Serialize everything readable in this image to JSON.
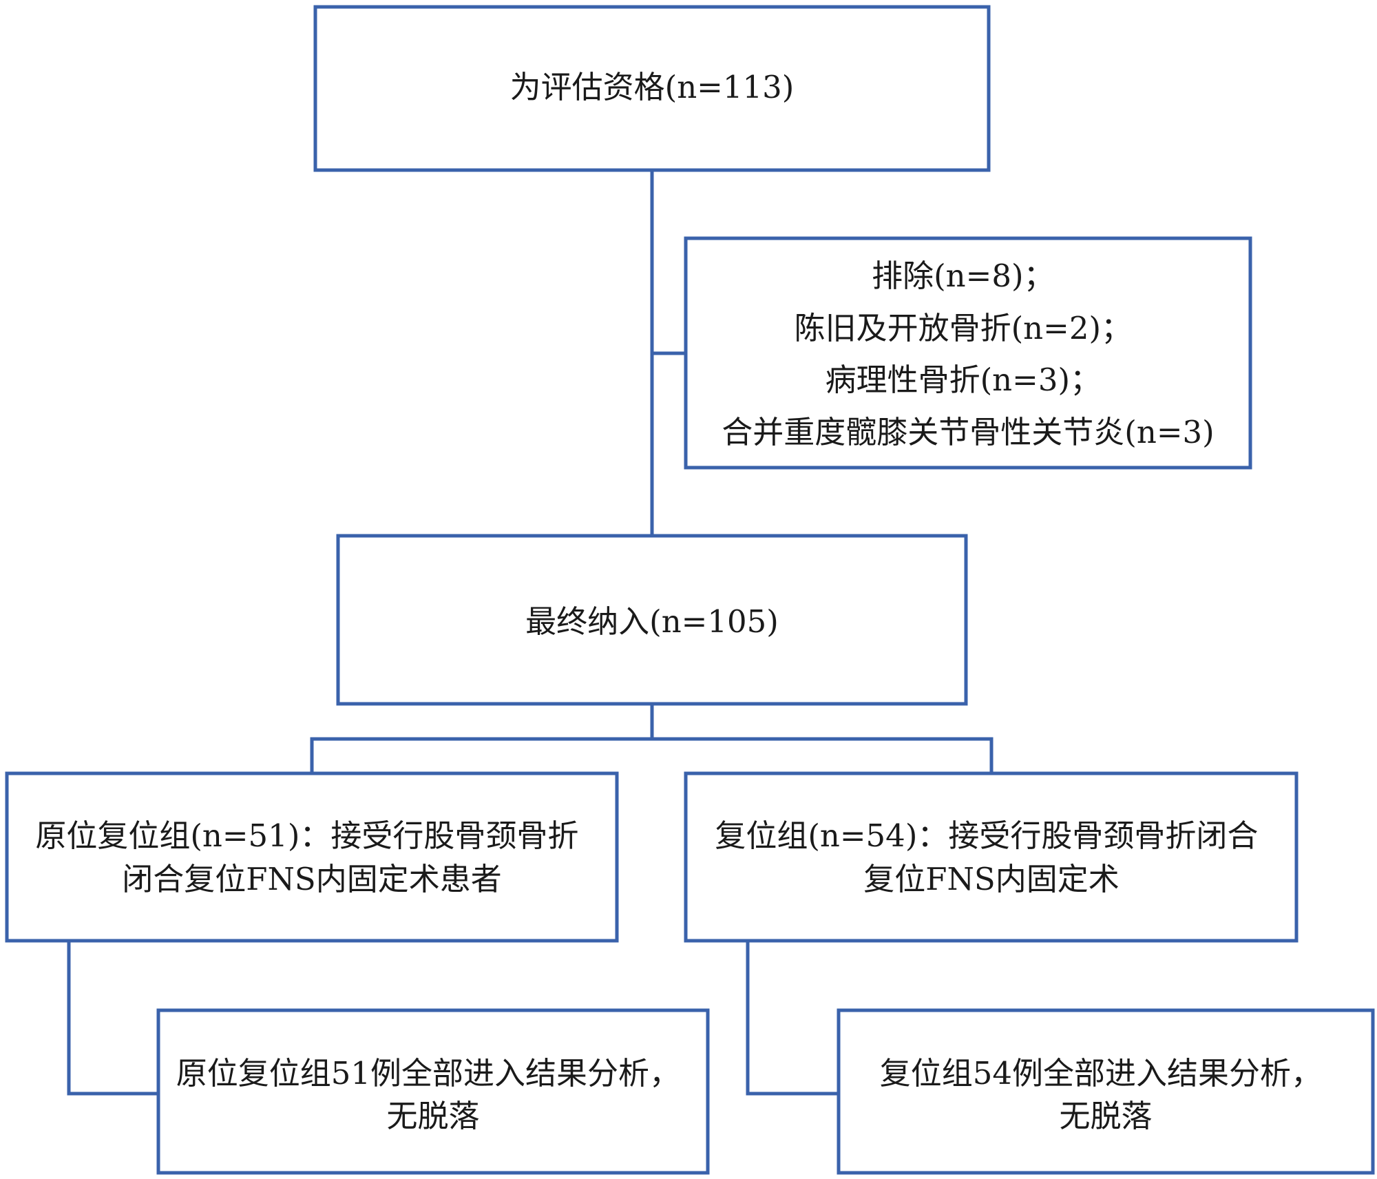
{
  "colors": {
    "box_border": "#3a62ab",
    "connector": "#3a62ab",
    "text": "#1a1a1a",
    "background": "#ffffff"
  },
  "boxes": {
    "eligibility": {
      "lines": [
        "为评估资格(n=113)"
      ]
    },
    "exclusion": {
      "lines": [
        "排除(n=8)；",
        "陈旧及开放骨折(n=2)；",
        "病理性骨折(n=3)；",
        "合并重度髋膝关节骨性关节炎(n=3)"
      ]
    },
    "included": {
      "lines": [
        "最终纳入(n=105)"
      ]
    },
    "in_situ_group": {
      "lines": [
        "原位复位组(n=51)：接受行股骨颈骨折",
        "闭合复位FNS内固定术患者"
      ]
    },
    "reduction_group": {
      "lines": [
        "复位组(n=54)：接受行股骨颈骨折闭合",
        "复位FNS内固定术"
      ]
    },
    "in_situ_analysis": {
      "lines": [
        "原位复位组51例全部进入结果分析，",
        "无脱落"
      ]
    },
    "reduction_analysis": {
      "lines": [
        "复位组54例全部进入结果分析，",
        "无脱落"
      ]
    }
  }
}
